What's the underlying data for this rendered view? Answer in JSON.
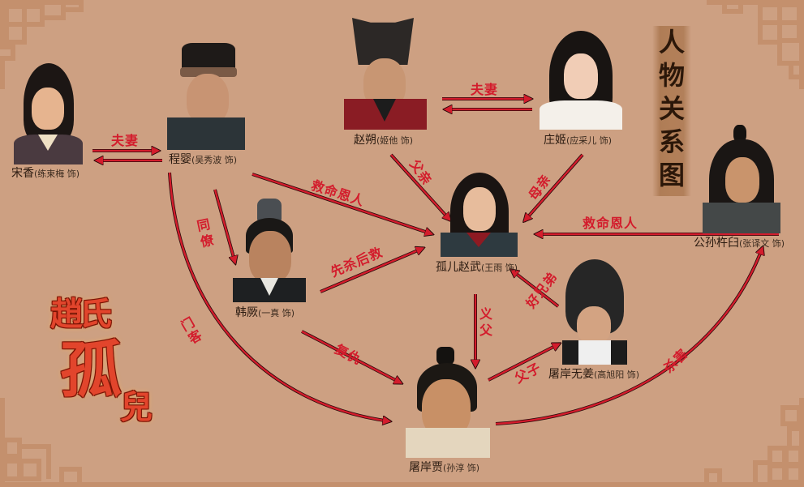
{
  "title": "人物关系图",
  "title_chars": [
    "人",
    "物",
    "关",
    "系",
    "图"
  ],
  "logo": {
    "line1": "趙氏",
    "char_gu": "孤",
    "char_er": "兒"
  },
  "colors": {
    "background": "#cda082",
    "border": "#c4906d",
    "arrow": "#d31c2c",
    "label_text": "#2a1a10",
    "title_text": "#2b1709"
  },
  "characters": [
    {
      "id": "songxiang",
      "name": "宋香",
      "actor": "(练束梅 饰)"
    },
    {
      "id": "chengying",
      "name": "程婴",
      "actor": "(吴秀波 饰)"
    },
    {
      "id": "zhaoshuo",
      "name": "赵朔",
      "actor": "(姬他 饰)"
    },
    {
      "id": "zhuangji",
      "name": "庄姬",
      "actor": "(应采儿 饰)"
    },
    {
      "id": "gongsun",
      "name": "公孙杵臼",
      "actor": "(张译文 饰)"
    },
    {
      "id": "hanjue",
      "name": "韩厥",
      "actor": "(一真 饰)"
    },
    {
      "id": "zhaowu",
      "name": "孤儿赵武",
      "actor": "(王雨 饰)"
    },
    {
      "id": "tuanwujiang",
      "name": "屠岸无姜",
      "actor": "(高旭阳 饰)"
    },
    {
      "id": "tuangu",
      "name": "屠岸贾",
      "actor": "(孙淳 饰)"
    }
  ],
  "relations": [
    {
      "from": "songxiang",
      "to": "chengying",
      "label": "夫妻"
    },
    {
      "from": "zhaoshuo",
      "to": "zhuangji",
      "label": "夫妻"
    },
    {
      "from": "zhaoshuo",
      "to": "zhaowu",
      "label": "父亲"
    },
    {
      "from": "zhuangji",
      "to": "zhaowu",
      "label": "母亲"
    },
    {
      "from": "chengying",
      "to": "zhaowu",
      "label": "救命恩人"
    },
    {
      "from": "gongsun",
      "to": "zhaowu",
      "label": "救命恩人"
    },
    {
      "from": "chengying",
      "to": "hanjue",
      "label": "同僚"
    },
    {
      "from": "hanjue",
      "to": "zhaowu",
      "label": "先杀后救"
    },
    {
      "from": "chengying",
      "to": "tuangu",
      "label": "门客"
    },
    {
      "from": "hanjue",
      "to": "tuangu",
      "label": "复仇"
    },
    {
      "from": "zhaowu",
      "to": "tuangu",
      "label": "义父"
    },
    {
      "from": "tuangu",
      "to": "tuanwujiang",
      "label": "父子"
    },
    {
      "from": "tuanwujiang",
      "to": "zhaowu",
      "label": "好兄弟"
    },
    {
      "from": "tuangu",
      "to": "gongsun",
      "label": "杀害"
    }
  ]
}
